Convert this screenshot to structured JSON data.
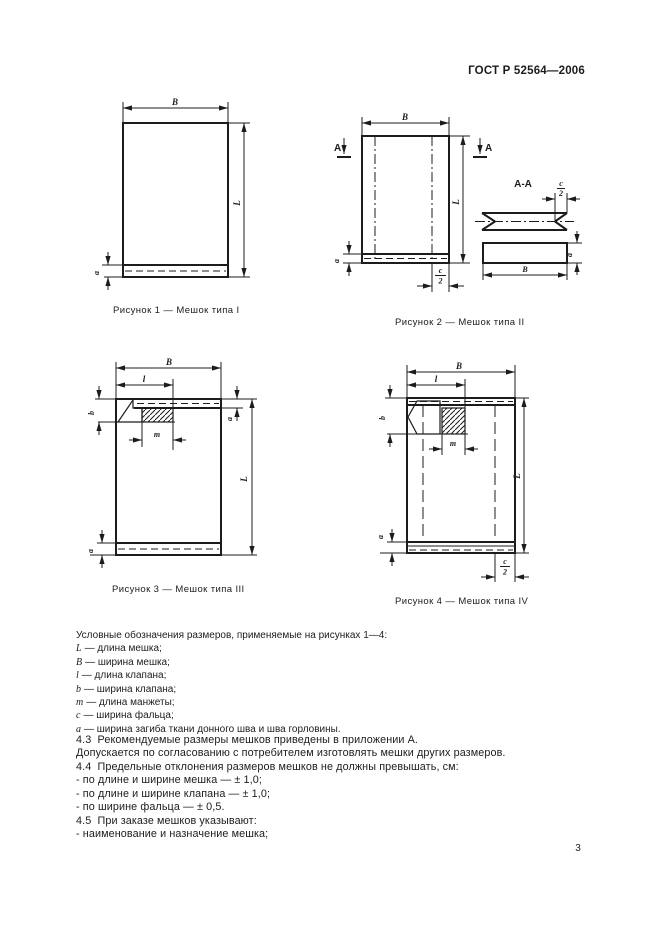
{
  "header": {
    "standard": "ГОСТ Р 52564—2006"
  },
  "page": {
    "number": "3"
  },
  "figures": {
    "fig1": {
      "caption": "Рисунок 1 — Мешок типа I",
      "labels": {
        "width": "B",
        "length": "L",
        "hem": "a"
      }
    },
    "fig2": {
      "caption": "Рисунок 2 — Мешок типа II",
      "labels": {
        "width": "B",
        "length": "L",
        "hem": "a",
        "cut_left": "А",
        "cut_right": "А",
        "section": "А-А",
        "fold_num": "c",
        "fold_den": "2",
        "bottom_width": "B",
        "bottom_height": "a"
      }
    },
    "fig3": {
      "caption": "Рисунок 3 — Мешок типа III",
      "labels": {
        "width": "B",
        "length": "L",
        "valve_length": "l",
        "valve_width": "b",
        "cuff_length": "m",
        "hem_top": "a",
        "hem_bottom": "a"
      }
    },
    "fig4": {
      "caption": "Рисунок 4 — Мешок типа IV",
      "labels": {
        "width": "B",
        "length": "L",
        "valve_length": "l",
        "valve_width": "b",
        "cuff_length": "m",
        "hem_bottom": "a",
        "fold_num": "c",
        "fold_den": "2"
      }
    }
  },
  "legend": {
    "intro": "Условные обозначения размеров, применяемые на рисунках 1—4:",
    "items": [
      {
        "symbol": "L",
        "text": "— длина мешка;"
      },
      {
        "symbol": "B",
        "text": "— ширина мешка;"
      },
      {
        "symbol": "l",
        "text": "— длина клапана;"
      },
      {
        "symbol": "b",
        "text": "— ширина клапана;"
      },
      {
        "symbol": "m",
        "text": "— длина манжеты;"
      },
      {
        "symbol": "c",
        "text": "— ширина фальца;"
      },
      {
        "symbol": "a",
        "text": "— ширина загиба ткани донного шва и шва горловины."
      }
    ]
  },
  "paragraphs": [
    "4.3  Рекомендуемые размеры мешков приведены в приложении А.",
    "Допускается по согласованию с потребителем изготовлять мешки других размеров.",
    "4.4  Предельные отклонения размеров мешков не должны превышать, см:",
    "- по длине и ширине мешка — ± 1,0;",
    "- по длине и ширине клапана — ± 1,0;",
    "- по ширине фальца — ± 0,5.",
    "4.5  При заказе мешков указывают:",
    "- наименование и назначение мешка;"
  ]
}
